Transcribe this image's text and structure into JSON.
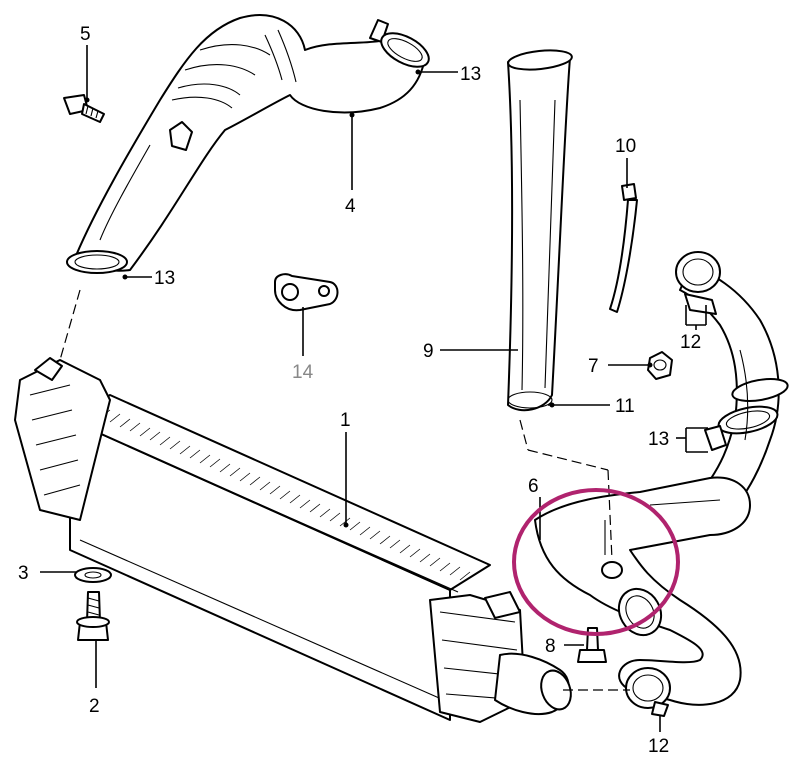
{
  "callouts": [
    {
      "id": "c1",
      "text": "1"
    },
    {
      "id": "c2",
      "text": "2"
    },
    {
      "id": "c3",
      "text": "3"
    },
    {
      "id": "c4",
      "text": "4"
    },
    {
      "id": "c5",
      "text": "5"
    },
    {
      "id": "c6",
      "text": "6"
    },
    {
      "id": "c7",
      "text": "7"
    },
    {
      "id": "c8",
      "text": "8"
    },
    {
      "id": "c9",
      "text": "9"
    },
    {
      "id": "c10",
      "text": "10"
    },
    {
      "id": "c11",
      "text": "11"
    },
    {
      "id": "c12a",
      "text": "12"
    },
    {
      "id": "c12b",
      "text": "12"
    },
    {
      "id": "c13a",
      "text": "13"
    },
    {
      "id": "c13b",
      "text": "13"
    },
    {
      "id": "c13c",
      "text": "13"
    },
    {
      "id": "c14",
      "text": "14"
    }
  ],
  "colors": {
    "line": "#000000",
    "highlight": "#b0236e",
    "muted_label": "#888888",
    "background": "#ffffff"
  }
}
